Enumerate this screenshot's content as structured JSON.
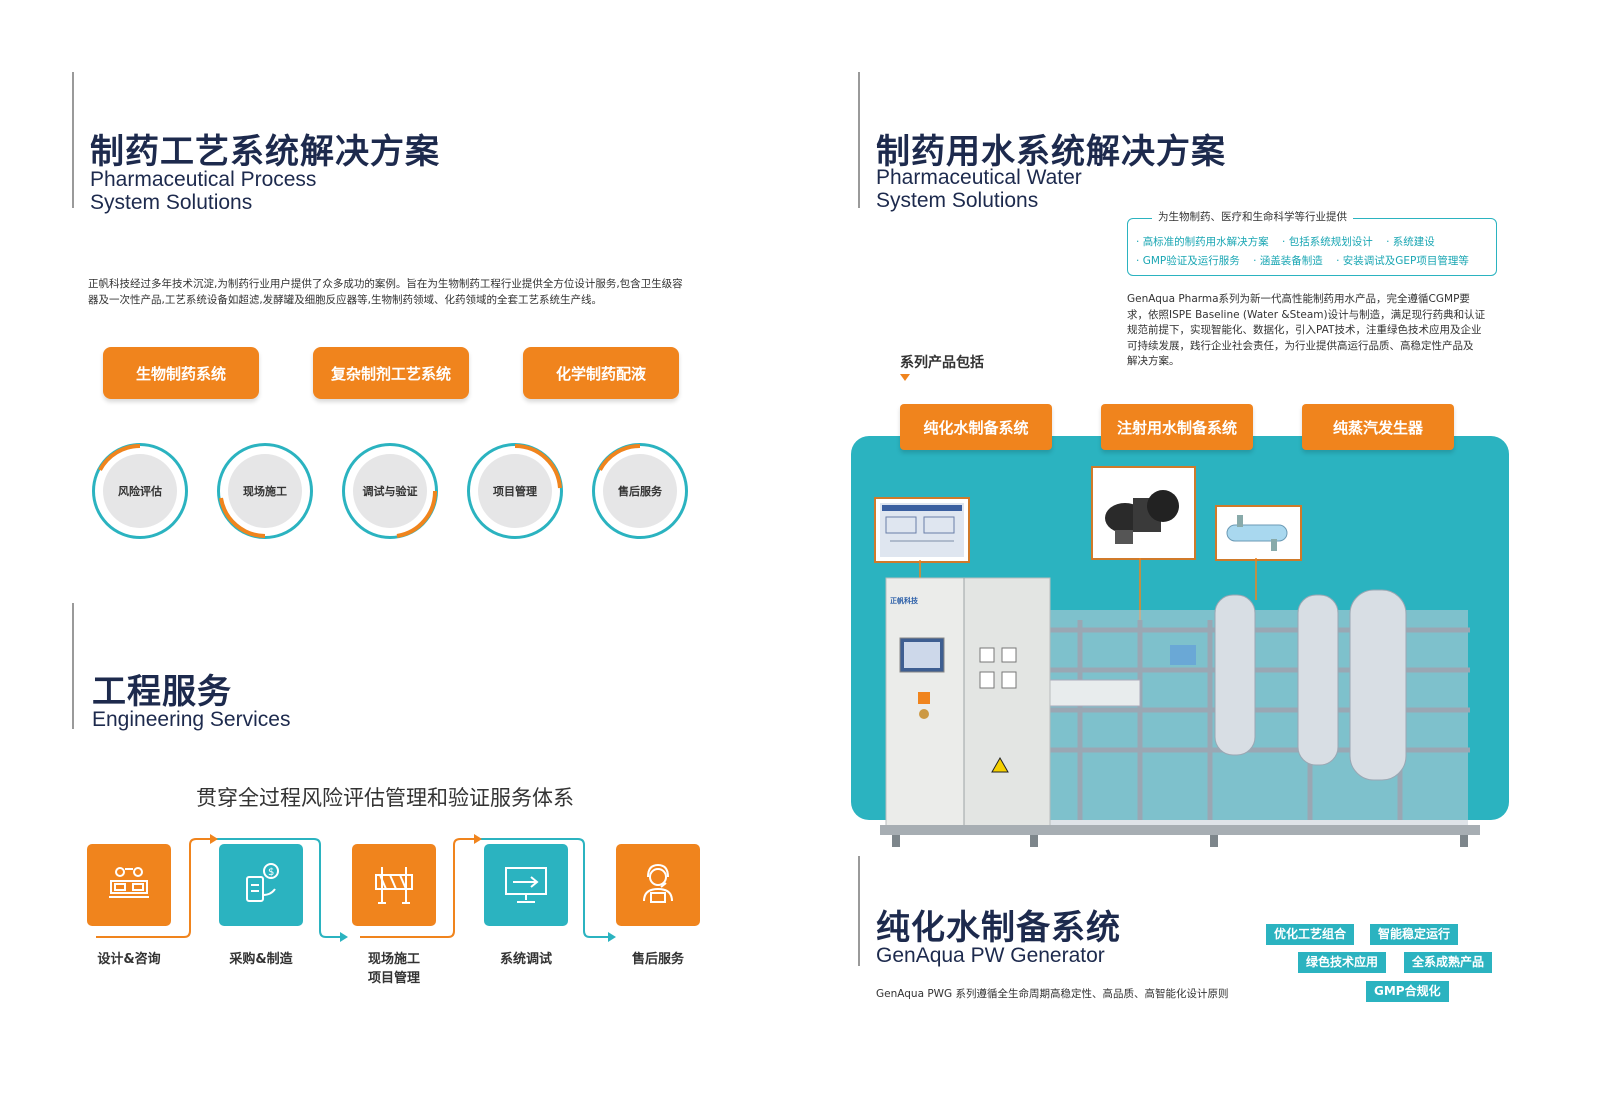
{
  "left": {
    "section1": {
      "title_cn": "制药工艺系统解决方案",
      "title_en_line1": "Pharmaceutical Process",
      "title_en_line2": "System Solutions",
      "intro_line1": "正帆科技经过多年技术沉淀,为制药行业用户提供了众多成功的案例。旨在为生物制药工程行业提供全方位设计服务,包含卫生级容",
      "intro_line2": "器及一次性产品,工艺系统设备如超滤,发酵罐及细胞反应器等,生物制药领域、化药领域的全套工艺系统生产线。",
      "buttons": [
        "生物制药系统",
        "复杂制剂工艺系统",
        "化学制药配液"
      ],
      "circles": [
        "风险评估",
        "现场施工",
        "调试与验证",
        "项目管理",
        "售后服务"
      ]
    },
    "section2": {
      "title_cn": "工程服务",
      "title_en": "Engineering Services",
      "subtitle": "贯穿全过程风险评估管理和验证服务体系",
      "steps": [
        {
          "label1": "设计&咨询",
          "label2": "",
          "icon": "design-consult-icon"
        },
        {
          "label1": "采购&制造",
          "label2": "",
          "icon": "procurement-icon"
        },
        {
          "label1": "现场施工",
          "label2": "项目管理",
          "icon": "barrier-icon"
        },
        {
          "label1": "系统调试",
          "label2": "",
          "icon": "monitor-icon"
        },
        {
          "label1": "售后服务",
          "label2": "",
          "icon": "headset-support-icon"
        }
      ]
    }
  },
  "right": {
    "title_cn": "制药用水系统解决方案",
    "title_en_line1": "Pharmaceutical Water",
    "title_en_line2": "System Solutions",
    "offer_header": "为生物制药、医疗和生命科学等行业提供",
    "offer_row1": [
      "高标准的制药用水解决方案",
      "包括系统规划设计",
      "系统建设"
    ],
    "offer_row2": [
      "GMP验证及运行服务",
      "涵盖装备制造",
      "安装调试及GEP项目管理等"
    ],
    "desc_lines": [
      "GenAqua  Pharma系列为新一代高性能制药用水产品，完全遵循CGMP要",
      "求，依照ISPE  Baseline  (Water  &Steam)设计与制造，满足现行药典和认证",
      "规范前提下，实现智能化、数据化，引入PAT技术，注重绿色技术应用及企业",
      "可持续发展，践行企业社会责任，为行业提供高运行品质、高稳定性产品及",
      "解决方案。"
    ],
    "series_label": "系列产品包括",
    "product_buttons": [
      "纯化水制备系统",
      "注射用水制备系统",
      "纯蒸汽发生器"
    ],
    "machine_brand": "正帆科技",
    "bottom_title_cn": "纯化水制备系统",
    "bottom_title_en": "GenAqua PW Generator",
    "bottom_desc": "GenAqua PWG  系列遵循全生命周期高稳定性、高品质、高智能化设计原则",
    "tags": [
      "优化工艺组合",
      "智能稳定运行",
      "绿色技术应用",
      "全系成熟产品",
      "GMP合规化"
    ]
  },
  "colors": {
    "orange": "#f0841d",
    "teal": "#2bb3c0",
    "navy": "#1d2a4d"
  }
}
